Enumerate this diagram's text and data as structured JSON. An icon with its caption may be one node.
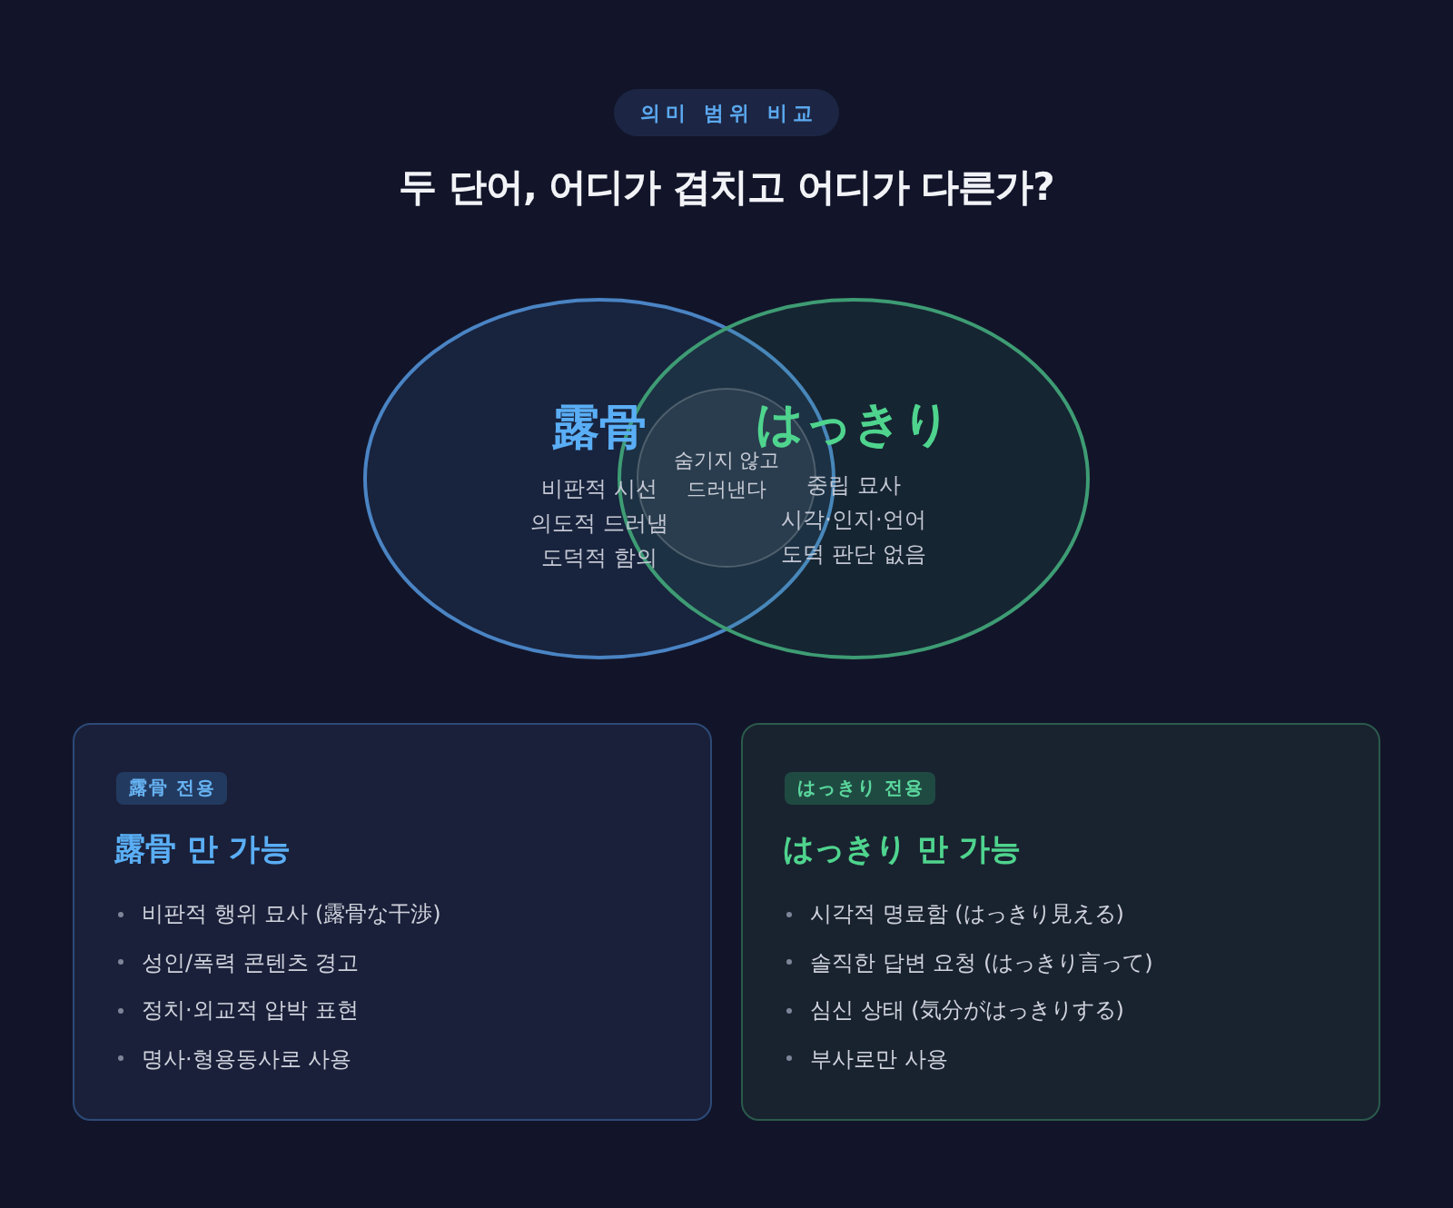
{
  "diagram": {
    "title": "두 단어, 어디가 겹치고 어디가 다른가?",
    "nodes": [
      {
        "text": [
          "의미 범위 비교"
        ]
      },
      {
        "text": [
          "露骨",
          "비판적 시선",
          "의도적 드러냄",
          "도덕적 함의"
        ]
      },
      {
        "text": [
          "はっきり",
          "중립 묘사",
          "시각·인지·언어",
          "도덕 판단 없음"
        ]
      },
      {
        "text": [
          "숨기지 않고 드러낸다"
        ]
      },
      {
        "text": [
          "露骨 만 가능",
          "비판적 행위 묘사 (露骨な干渉)",
          "성인/폭력 콘텐츠 경고",
          "정치·외교적 압박 표현",
          "명사·형용동사로 사용"
        ]
      },
      {
        "text": [
          "露骨 전용"
        ],
        "in": 4
      },
      {
        "text": [
          "はっきり 만 가능",
          "시각적 명료함 (はっきり見える)",
          "솔직한 답변 요청 (はっきり言って)",
          "심신 상태 (気分がはっきりする)",
          "부사로만 사용"
        ]
      },
      {
        "text": [
          "はっきり 전용"
        ],
        "in": 6
      }
    ]
  }
}
